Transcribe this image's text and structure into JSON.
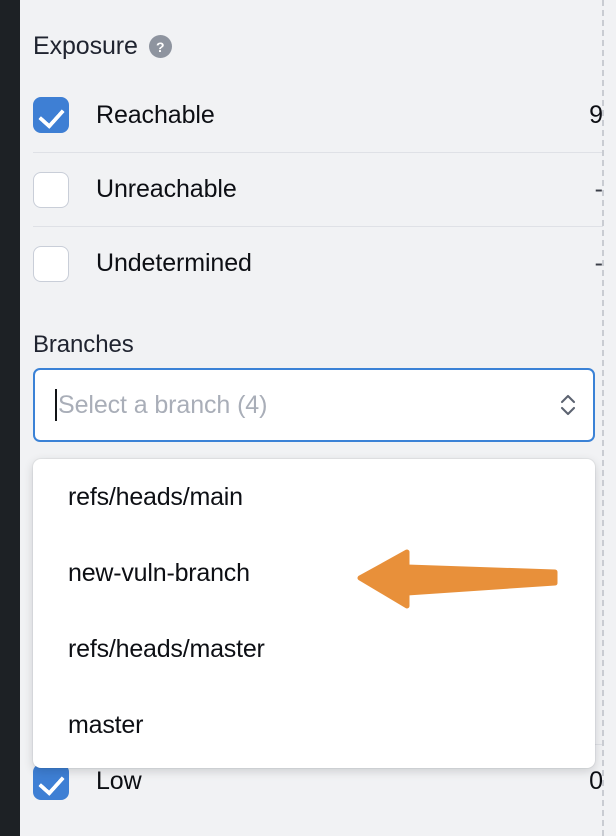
{
  "colors": {
    "accent_blue": "#3e7fd4",
    "focus_border": "#3b82d6",
    "panel_background": "#f1f2f4",
    "gutter": "#1d2125",
    "divider": "#dfe1e6",
    "annotation_orange": "#e8903a",
    "placeholder_text": "#a9aeb8",
    "help_icon": "#8e949f"
  },
  "exposure": {
    "heading": "Exposure",
    "help_icon": "question-mark-icon",
    "help_glyph": "?",
    "rows": [
      {
        "label": "Reachable",
        "value": "9",
        "checked": true
      },
      {
        "label": "Unreachable",
        "value": "-",
        "checked": false
      },
      {
        "label": "Undetermined",
        "value": "-",
        "checked": false
      }
    ]
  },
  "branches": {
    "heading": "Branches",
    "select": {
      "placeholder": "Select a branch (4)",
      "value": "",
      "focused": true,
      "caret_visible": true,
      "stepper_icon": "chevron-up-down-icon"
    },
    "dropdown": {
      "open": true,
      "options": [
        "refs/heads/main",
        "new-vuln-branch",
        "refs/heads/master",
        "master"
      ]
    }
  },
  "severity_partial": {
    "rows": [
      {
        "label": "Low",
        "value": "0",
        "checked": true
      }
    ]
  },
  "annotation": {
    "type": "arrow",
    "direction": "left",
    "points_at": "new-vuln-branch"
  }
}
